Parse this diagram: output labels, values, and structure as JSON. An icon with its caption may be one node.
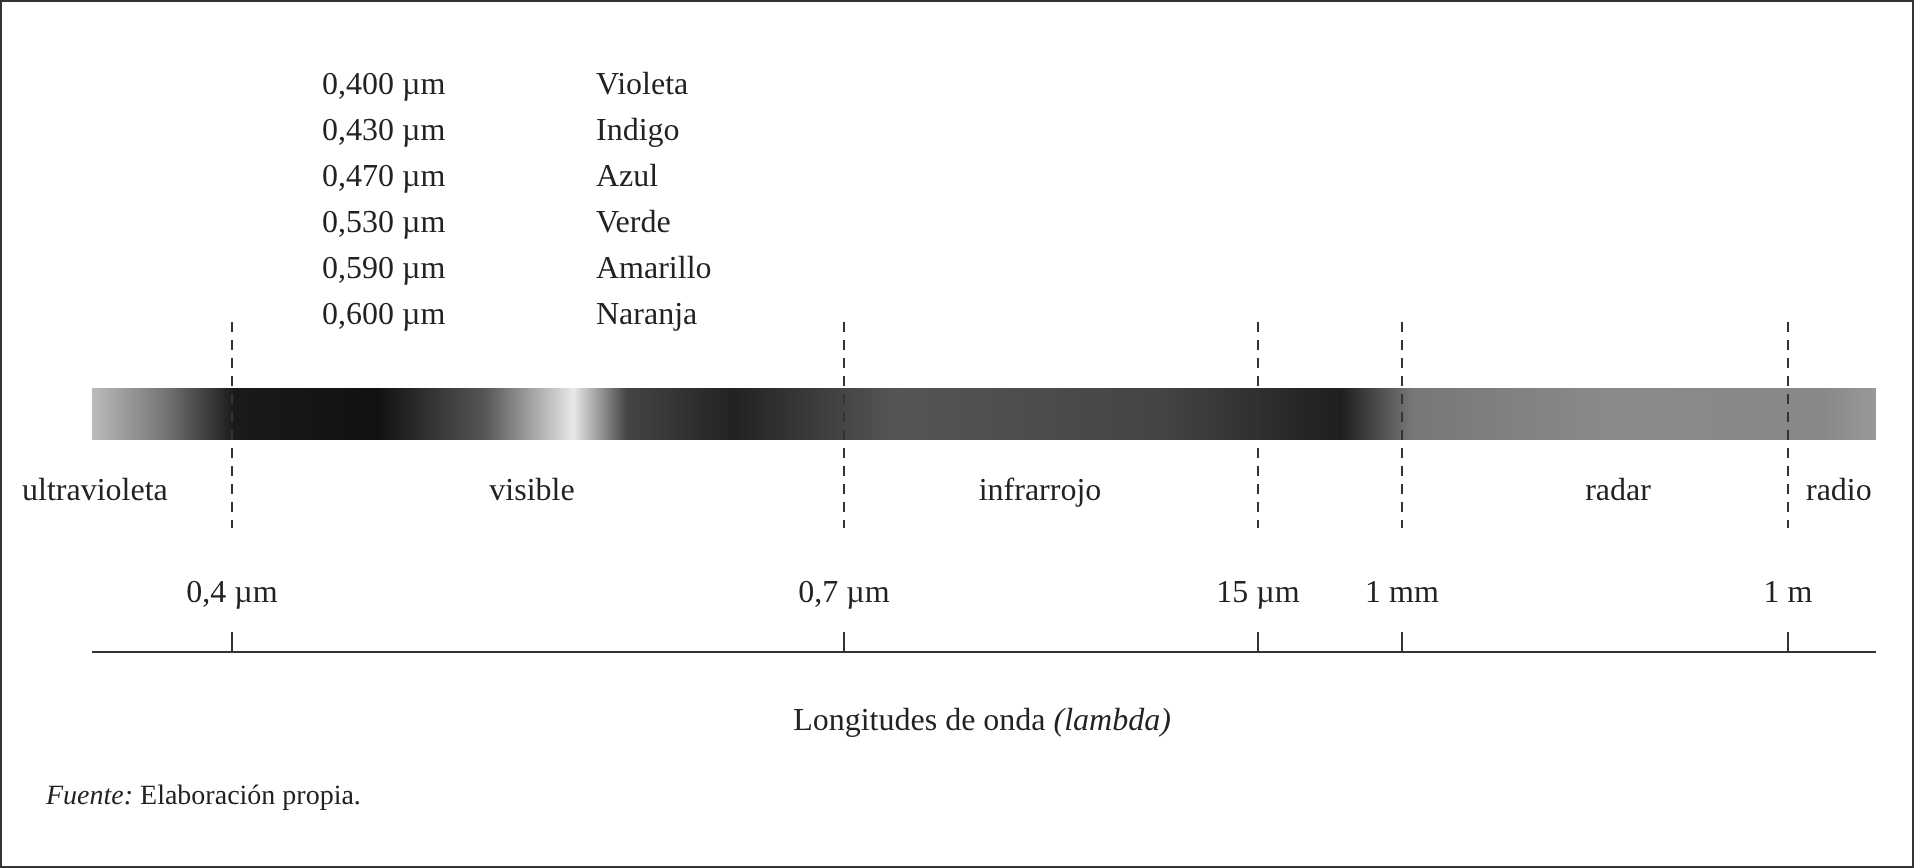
{
  "diagram": {
    "nodes": [
      {
        "text": [],
        "shape": "bar"
      }
    ],
    "caption": "*Fuente:* Elaboración propia.",
    "labels": [
      "0,400 µm",
      "Violeta",
      "0,430 µm",
      "Indigo",
      "0,470 µm",
      "Azul",
      "0,530 µm",
      "Verde",
      "0,590 µm",
      "Amarillo",
      "0,600 µm",
      "Naranja",
      "ultravioleta",
      "visible",
      "infrarrojo",
      "radar",
      "radio",
      "0,4 µm",
      "0,7 µm",
      "15 µm",
      "1 mm",
      "1 m",
      "Longitudes de onda *(lambda)*"
    ]
  }
}
